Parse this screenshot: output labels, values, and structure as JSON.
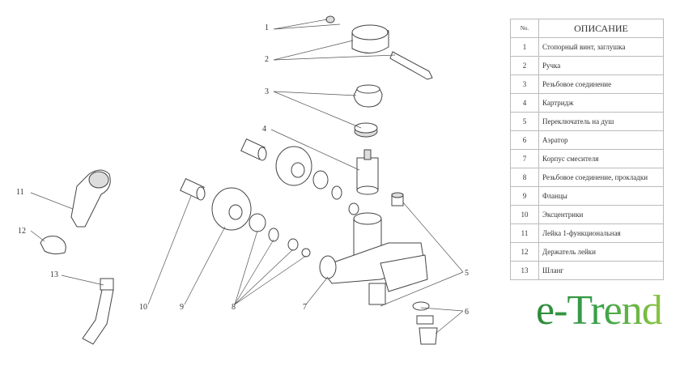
{
  "table": {
    "header_no": "No.",
    "header_desc": "ОПИСАНИЕ",
    "rows": [
      {
        "no": "1",
        "desc": "Стопорный винт, заглушка"
      },
      {
        "no": "2",
        "desc": "Ручка"
      },
      {
        "no": "3",
        "desc": "Резьбовое соединение"
      },
      {
        "no": "4",
        "desc": "Картридж"
      },
      {
        "no": "5",
        "desc": "Переключатель на душ"
      },
      {
        "no": "6",
        "desc": "Аэратор"
      },
      {
        "no": "7",
        "desc": "Корпус смесителя"
      },
      {
        "no": "8",
        "desc": "Резьбовое соединение, прокладки"
      },
      {
        "no": "9",
        "desc": "Фланцы"
      },
      {
        "no": "10",
        "desc": "Эксцентрики"
      },
      {
        "no": "11",
        "desc": "Лейка 1-функциональная"
      },
      {
        "no": "12",
        "desc": "Держатель лейки"
      },
      {
        "no": "13",
        "desc": "Шланг"
      }
    ]
  },
  "callouts": [
    "1",
    "2",
    "3",
    "4",
    "5",
    "6",
    "7",
    "8",
    "9",
    "10",
    "11",
    "12",
    "13"
  ],
  "logo": "e-Trend"
}
